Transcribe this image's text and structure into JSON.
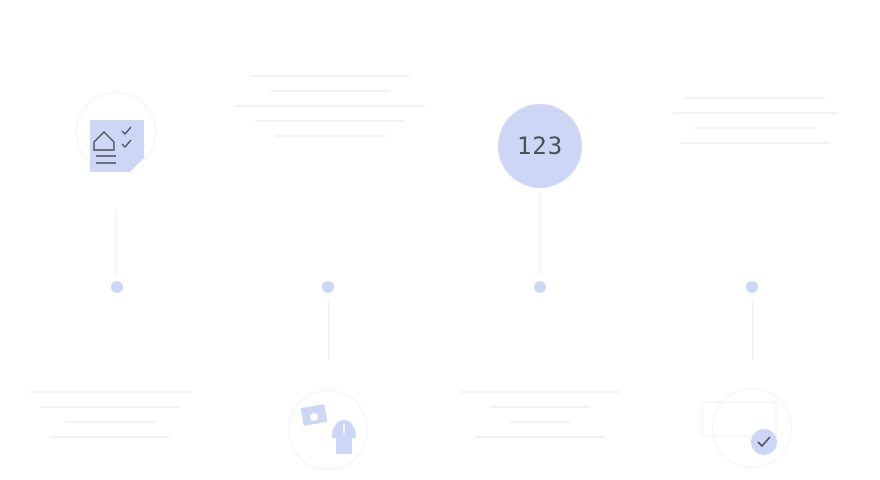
{
  "steps": [
    {
      "id": "step-1",
      "icon": "house-checklist-icon"
    },
    {
      "id": "step-2",
      "icon": "money-hand-icon"
    },
    {
      "id": "step-3",
      "icon": "number-badge",
      "badge_text": "123"
    },
    {
      "id": "step-4",
      "icon": "approved-check-icon"
    }
  ],
  "colors": {
    "accent": "#cdd7f5",
    "dot": "#cdd7f5",
    "badge_text": "#4a4f5c",
    "ghost": "#ededf2"
  }
}
